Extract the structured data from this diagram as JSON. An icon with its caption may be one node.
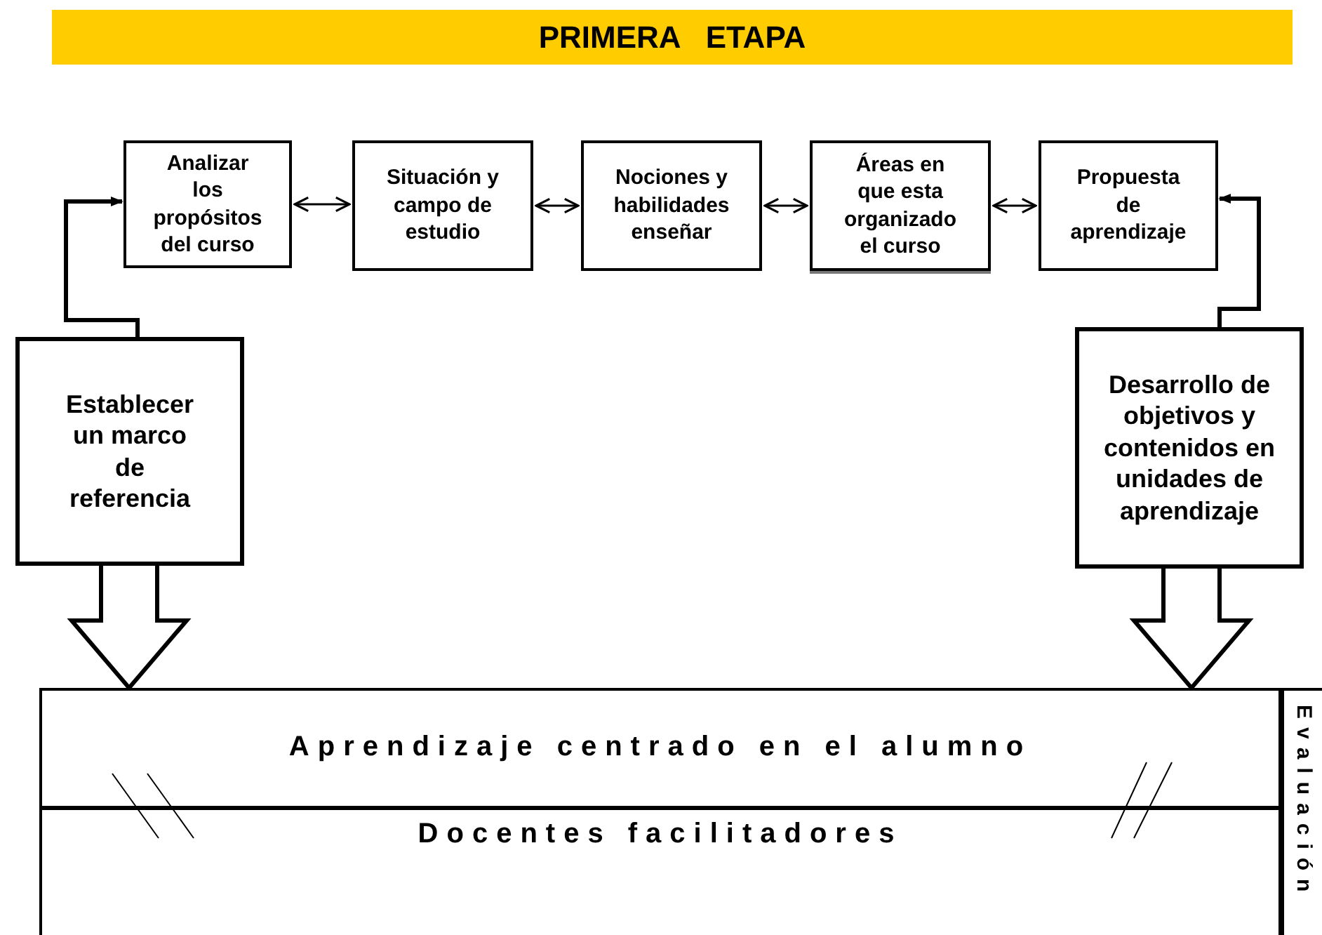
{
  "diagram": {
    "title": "PRIMERA   ETAPA",
    "nodes": [
      {
        "text": [
          "Analizar los propósitos del curso"
        ]
      },
      {
        "text": [
          "Situación y campo de estudio"
        ]
      },
      {
        "text": [
          "Nociones y habilidades enseñar"
        ]
      },
      {
        "text": [
          "Áreas en que esta organizado el curso"
        ]
      },
      {
        "text": [
          "Propuesta de aprendizaje"
        ]
      },
      {
        "text": [
          "Establecer un marco de referencia"
        ]
      },
      {
        "text": [
          "Desarrollo de objetivos y contenidos en unidades de aprendizaje"
        ]
      },
      {
        "text": [
          "Aprendizaje centrado en el alumno"
        ]
      },
      {
        "text": [
          "Docentes facilitadores"
        ]
      },
      {
        "text": [
          "Evaluación"
        ]
      }
    ],
    "edges": [
      {
        "from": 0,
        "to": 1,
        "arrow": "both"
      },
      {
        "from": 1,
        "to": 2,
        "arrow": "both"
      },
      {
        "from": 2,
        "to": 3,
        "arrow": "both"
      },
      {
        "from": 3,
        "to": 4,
        "arrow": "both"
      },
      {
        "from": 5,
        "to": 0,
        "arrow": "to",
        "style": "thick"
      },
      {
        "from": 6,
        "to": 4,
        "arrow": "to",
        "style": "thick"
      },
      {
        "from": 5,
        "to": 7,
        "arrow": "to",
        "style": "thick"
      },
      {
        "from": 6,
        "to": 7,
        "arrow": "to",
        "style": "thick"
      }
    ]
  }
}
